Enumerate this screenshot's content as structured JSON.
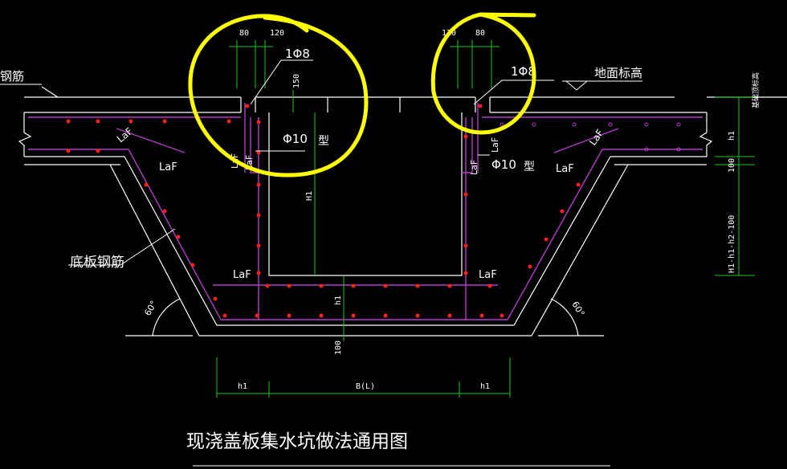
{
  "drawing": {
    "title": "现浇盖板集水坑做法通用图",
    "colors": {
      "background": "#000000",
      "outline": "#ffffff",
      "rebar": "#b43cc8",
      "rebar_dot": "#ff1e1e",
      "dimension": "#1ec81e",
      "highlight": "#ffff00"
    }
  },
  "labels": {
    "top_rebar": "钢筋",
    "bottom_rebar": "底板钢筋",
    "ground_level": "地面标高",
    "cover_rebar_left": "1Φ8",
    "cover_rebar_right": "1Φ8",
    "wall_rebar_left": "Φ10",
    "wall_rebar_right": "Φ10",
    "type_mark": "型",
    "laf": "LaF",
    "angle": "60°"
  },
  "dimensions": {
    "top_left_80": "80",
    "top_left_120": "120",
    "top_right_120": "120",
    "top_right_80": "80",
    "cover_150": "150",
    "pit_h": "H1",
    "inner_h1": "h1",
    "bottom_100": "100",
    "bottom_h1_left": "h1",
    "bottom_bl": "B(L)",
    "bottom_h1_right": "h1",
    "right_h1": "h1",
    "right_100": "100",
    "right_total": "H1-h1-h2-100",
    "right_top_mark": "基础顶标高"
  }
}
